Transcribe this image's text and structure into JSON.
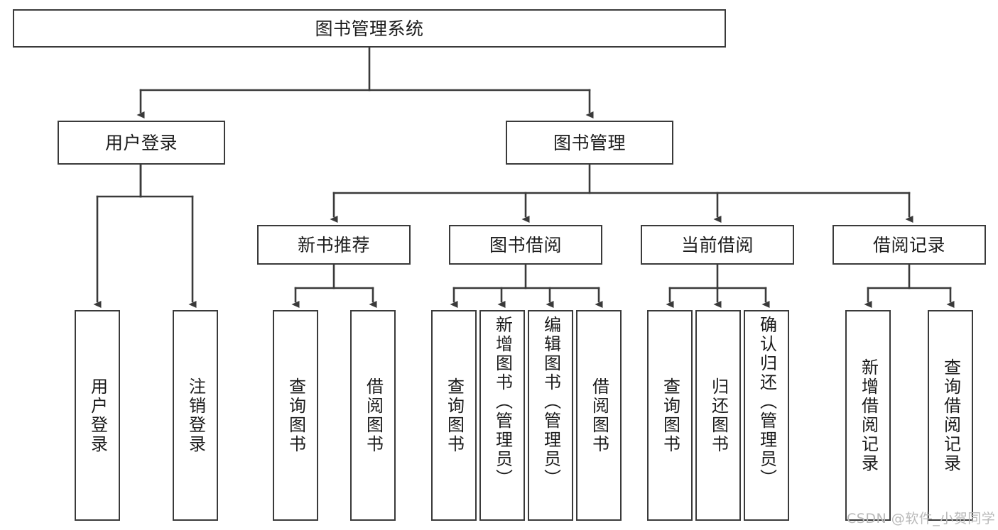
{
  "diagram": {
    "title": "图书管理系统",
    "type": "tree-hierarchy-diagram",
    "root": {
      "label": "图书管理系统"
    },
    "level2": [
      {
        "label": "用户登录"
      },
      {
        "label": "图书管理"
      }
    ],
    "level3": [
      {
        "label": "新书推荐"
      },
      {
        "label": "图书借阅"
      },
      {
        "label": "当前借阅"
      },
      {
        "label": "借阅记录"
      }
    ],
    "leaves": {
      "user_login": [
        {
          "label": "用户登录"
        },
        {
          "label": "注销登录"
        }
      ],
      "new_book_recommend": [
        {
          "label": "查询图书"
        },
        {
          "label": "借阅图书"
        }
      ],
      "book_borrow": [
        {
          "label": "查询图书"
        },
        {
          "label": "新增图书（管理员）"
        },
        {
          "label": "编辑图书（管理员）"
        },
        {
          "label": "借阅图书"
        }
      ],
      "current_borrow": [
        {
          "label": "查询图书"
        },
        {
          "label": "归还图书"
        },
        {
          "label": "确认归还（管理员）"
        }
      ],
      "borrow_records": [
        {
          "label": "新增借阅记录"
        },
        {
          "label": "查询借阅记录"
        }
      ]
    }
  },
  "watermark": {
    "text": "CSDN @软件_小贺同学"
  },
  "colors": {
    "border": "#3a3a3a",
    "text": "#1b1b1b",
    "background": "#ffffff",
    "watermark": "#b9b9b9"
  }
}
